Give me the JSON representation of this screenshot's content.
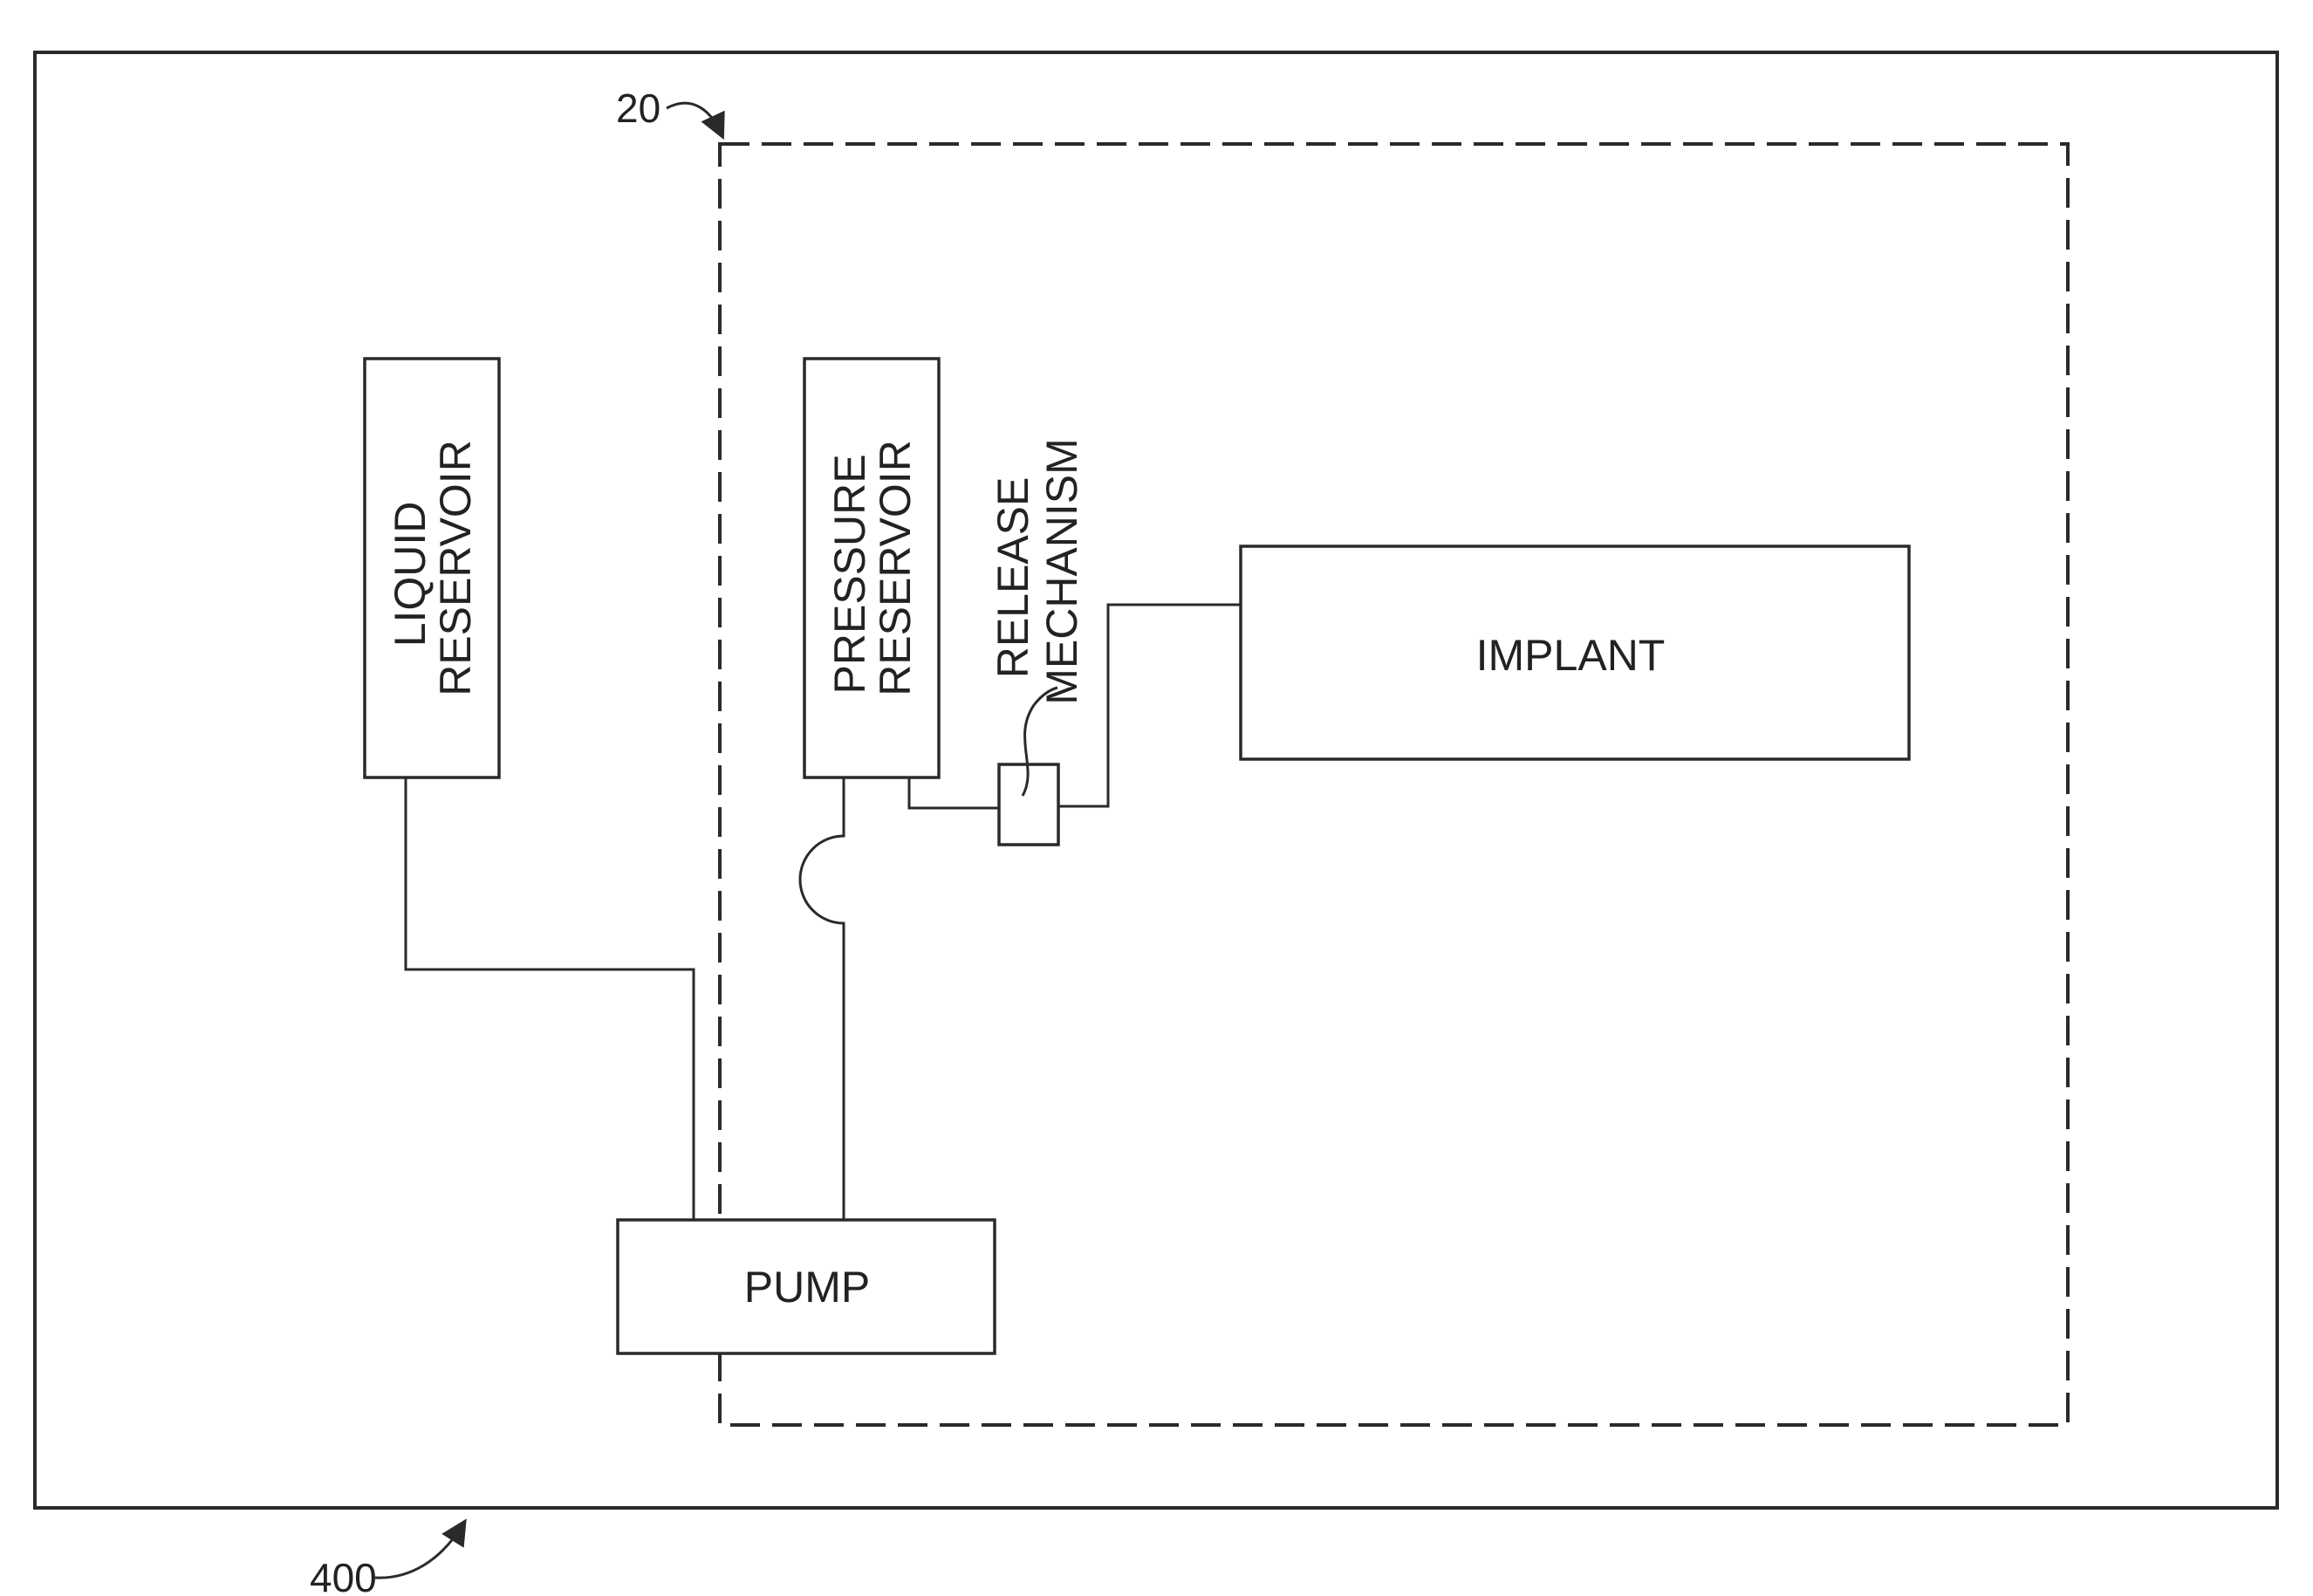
{
  "figure": {
    "system_ref": "400",
    "assembly_ref": "20",
    "components": {
      "liquid_reservoir": {
        "line1": "LIQUID",
        "line2": "RESERVOIR"
      },
      "pressure_reservoir": {
        "line1": "PRESSURE",
        "line2": "RESERVOIR"
      },
      "release_mechanism": {
        "line1": "RELEASE",
        "line2": "MECHANISM"
      },
      "implant": {
        "label": "IMPLANT"
      },
      "pump": {
        "label": "PUMP"
      }
    }
  }
}
